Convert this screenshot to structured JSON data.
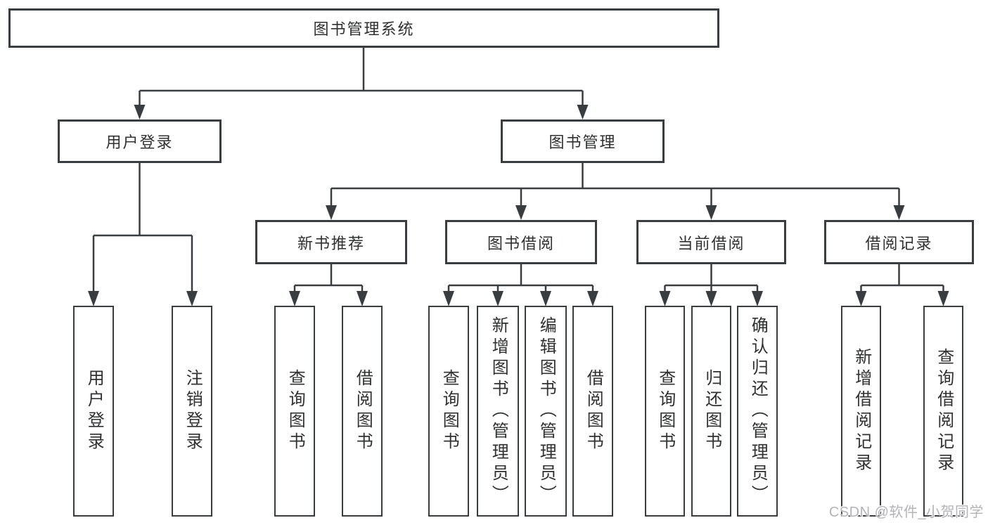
{
  "diagram": {
    "root": "图书管理系统",
    "level2": {
      "user_login": "用户登录",
      "book_mgmt": "图书管理"
    },
    "user_login_children": {
      "login": "用户登录",
      "logout": "注销登录"
    },
    "book_mgmt_children": {
      "new_book": "新书推荐",
      "book_borrow": "图书借阅",
      "current_borrow": "当前借阅",
      "borrow_record": "借阅记录"
    },
    "new_book_children": {
      "query": "查询图书",
      "borrow": "借阅图书"
    },
    "book_borrow_children": {
      "query": "查询图书",
      "add": "新增图书（管理员）",
      "edit": "编辑图书（管理员）",
      "borrow": "借阅图书"
    },
    "current_borrow_children": {
      "query": "查询图书",
      "return": "归还图书",
      "confirm": "确认归还（管理员）"
    },
    "borrow_record_children": {
      "add": "新增借阅记录",
      "query": "查询借阅记录"
    }
  },
  "watermark": "CSDN @软件_小贺同学",
  "colors": {
    "line": "#3a3d40",
    "text": "#2f3032",
    "background": "#ffffff",
    "watermark": "#b3b3b8"
  }
}
